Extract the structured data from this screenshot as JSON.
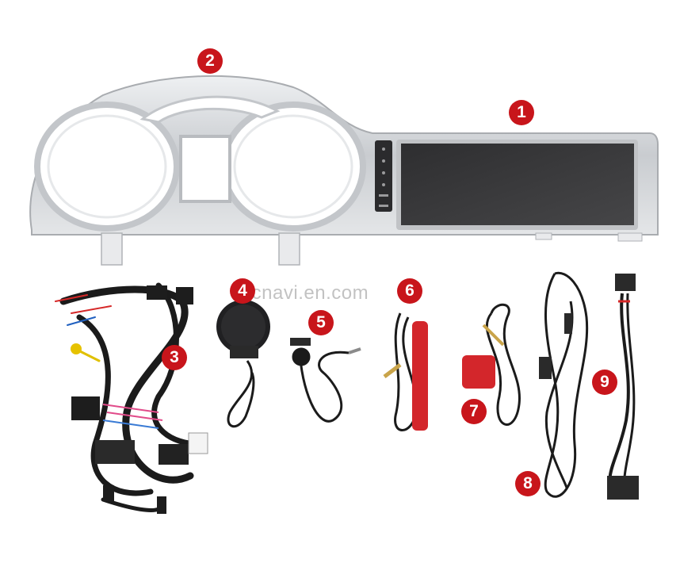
{
  "watermark": "lucnavi.en.com",
  "callouts": [
    {
      "id": "screen",
      "label": "1"
    },
    {
      "id": "dash-frame",
      "label": "2"
    },
    {
      "id": "wiring-harness",
      "label": "3"
    },
    {
      "id": "speaker",
      "label": "4"
    },
    {
      "id": "microphone",
      "label": "5"
    },
    {
      "id": "wifi-antenna",
      "label": "6"
    },
    {
      "id": "gps-antenna",
      "label": "7"
    },
    {
      "id": "ami-usb-cable",
      "label": "8"
    },
    {
      "id": "adapter-cable",
      "label": "9"
    }
  ],
  "colors": {
    "badge": "#c8151b",
    "frame": "#d6d8da",
    "screen": "#3a3a3c",
    "cable": "#1b1b1b",
    "antenna": "#d3262b"
  }
}
